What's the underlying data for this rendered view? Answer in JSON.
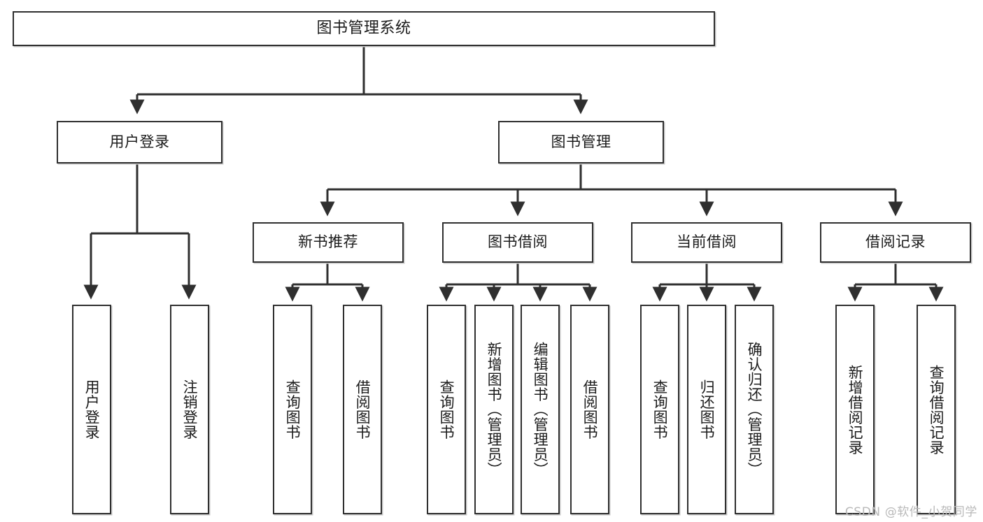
{
  "diagram": {
    "title": "图书管理系统",
    "type": "tree-hierarchy-diagram",
    "watermark": "CSDN @软件_小贺同学",
    "colors": {
      "border": "#2f2f2f",
      "fill": "#ffffff",
      "line": "#2f2f2f",
      "watermark": "#b9b9b9"
    },
    "root": {
      "label": "图书管理系统"
    },
    "level1": [
      {
        "key": "user-login",
        "label": "用户登录"
      },
      {
        "key": "book-management",
        "label": "图书管理"
      }
    ],
    "level2": [
      {
        "key": "new-book-recommend",
        "label": "新书推荐",
        "parent": "book-management"
      },
      {
        "key": "book-borrow",
        "label": "图书借阅",
        "parent": "book-management"
      },
      {
        "key": "current-borrow",
        "label": "当前借阅",
        "parent": "book-management"
      },
      {
        "key": "borrow-record",
        "label": "借阅记录",
        "parent": "book-management"
      }
    ],
    "leaves": {
      "user_login": [
        {
          "key": "leaf-user-login",
          "label": "用户登录"
        },
        {
          "key": "leaf-logout-login",
          "label": "注销登录"
        }
      ],
      "new_book_recommend": [
        {
          "key": "leaf-query-book-1",
          "label": "查询图书"
        },
        {
          "key": "leaf-borrow-book-1",
          "label": "借阅图书"
        }
      ],
      "book_borrow": [
        {
          "key": "leaf-query-book-2",
          "label": "查询图书"
        },
        {
          "key": "leaf-add-book",
          "label": "新增图书（管理员）"
        },
        {
          "key": "leaf-edit-book",
          "label": "编辑图书（管理员）"
        },
        {
          "key": "leaf-borrow-book-2",
          "label": "借阅图书"
        }
      ],
      "current_borrow": [
        {
          "key": "leaf-query-book-3",
          "label": "查询图书"
        },
        {
          "key": "leaf-return-book",
          "label": "归还图书"
        },
        {
          "key": "leaf-confirm-return",
          "label": "确认归还（管理员）"
        }
      ],
      "borrow_record": [
        {
          "key": "leaf-add-borrow-record",
          "label": "新增借阅记录"
        },
        {
          "key": "leaf-query-borrow-record",
          "label": "查询借阅记录"
        }
      ]
    }
  }
}
